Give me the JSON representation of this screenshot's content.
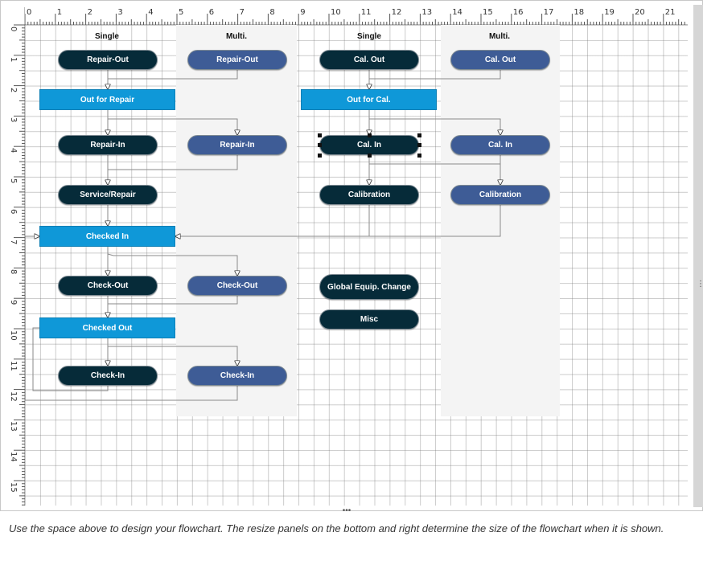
{
  "ruler": {
    "top_labels": [
      "0",
      "1",
      "2",
      "3",
      "4",
      "5",
      "6",
      "7",
      "8",
      "9",
      "10",
      "11",
      "12",
      "13",
      "14",
      "15",
      "16",
      "17",
      "18",
      "19",
      "20",
      "21"
    ],
    "left_labels": [
      "0",
      "1",
      "2",
      "3",
      "4",
      "5",
      "6",
      "7",
      "8",
      "9",
      "10",
      "11",
      "12",
      "13",
      "14",
      "15"
    ]
  },
  "lanes": {
    "repair_single": "Single",
    "repair_multi": "Multi.",
    "cal_single": "Single",
    "cal_multi": "Multi."
  },
  "nodes": {
    "repair_out_single": "Repair-Out",
    "repair_out_multi": "Repair-Out",
    "out_for_repair": "Out for Repair",
    "repair_in_single": "Repair-In",
    "repair_in_multi": "Repair-In",
    "service_repair": "Service/Repair",
    "checked_in": "Checked In",
    "check_out_single": "Check-Out",
    "check_out_multi": "Check-Out",
    "checked_out": "Checked Out",
    "check_in_single": "Check-In",
    "check_in_multi": "Check-In",
    "cal_out_single": "Cal. Out",
    "cal_out_multi": "Cal. Out",
    "out_for_cal": "Out for Cal.",
    "cal_in_single": "Cal. In",
    "cal_in_multi": "Cal. In",
    "calibration_single": "Calibration",
    "calibration_multi": "Calibration",
    "global_equip_change": "Global Equip. Change",
    "misc": "Misc"
  },
  "colors": {
    "dark_node": "#062b39",
    "blue_node": "#3e5c96",
    "status_box": "#0f98d8",
    "lane_bg": "#f4f4f4",
    "connector": "#8a8a8a"
  },
  "icons": {
    "resize_bottom": "ellipsis-horizontal-icon",
    "resize_right": "ellipsis-vertical-icon"
  },
  "resize": {
    "bottom_grip": "•••",
    "right_grip": "⋮"
  },
  "help_text": "Use the space above to design your flowchart.  The resize panels on the bottom and right determine the size of the flowchart when it is shown."
}
